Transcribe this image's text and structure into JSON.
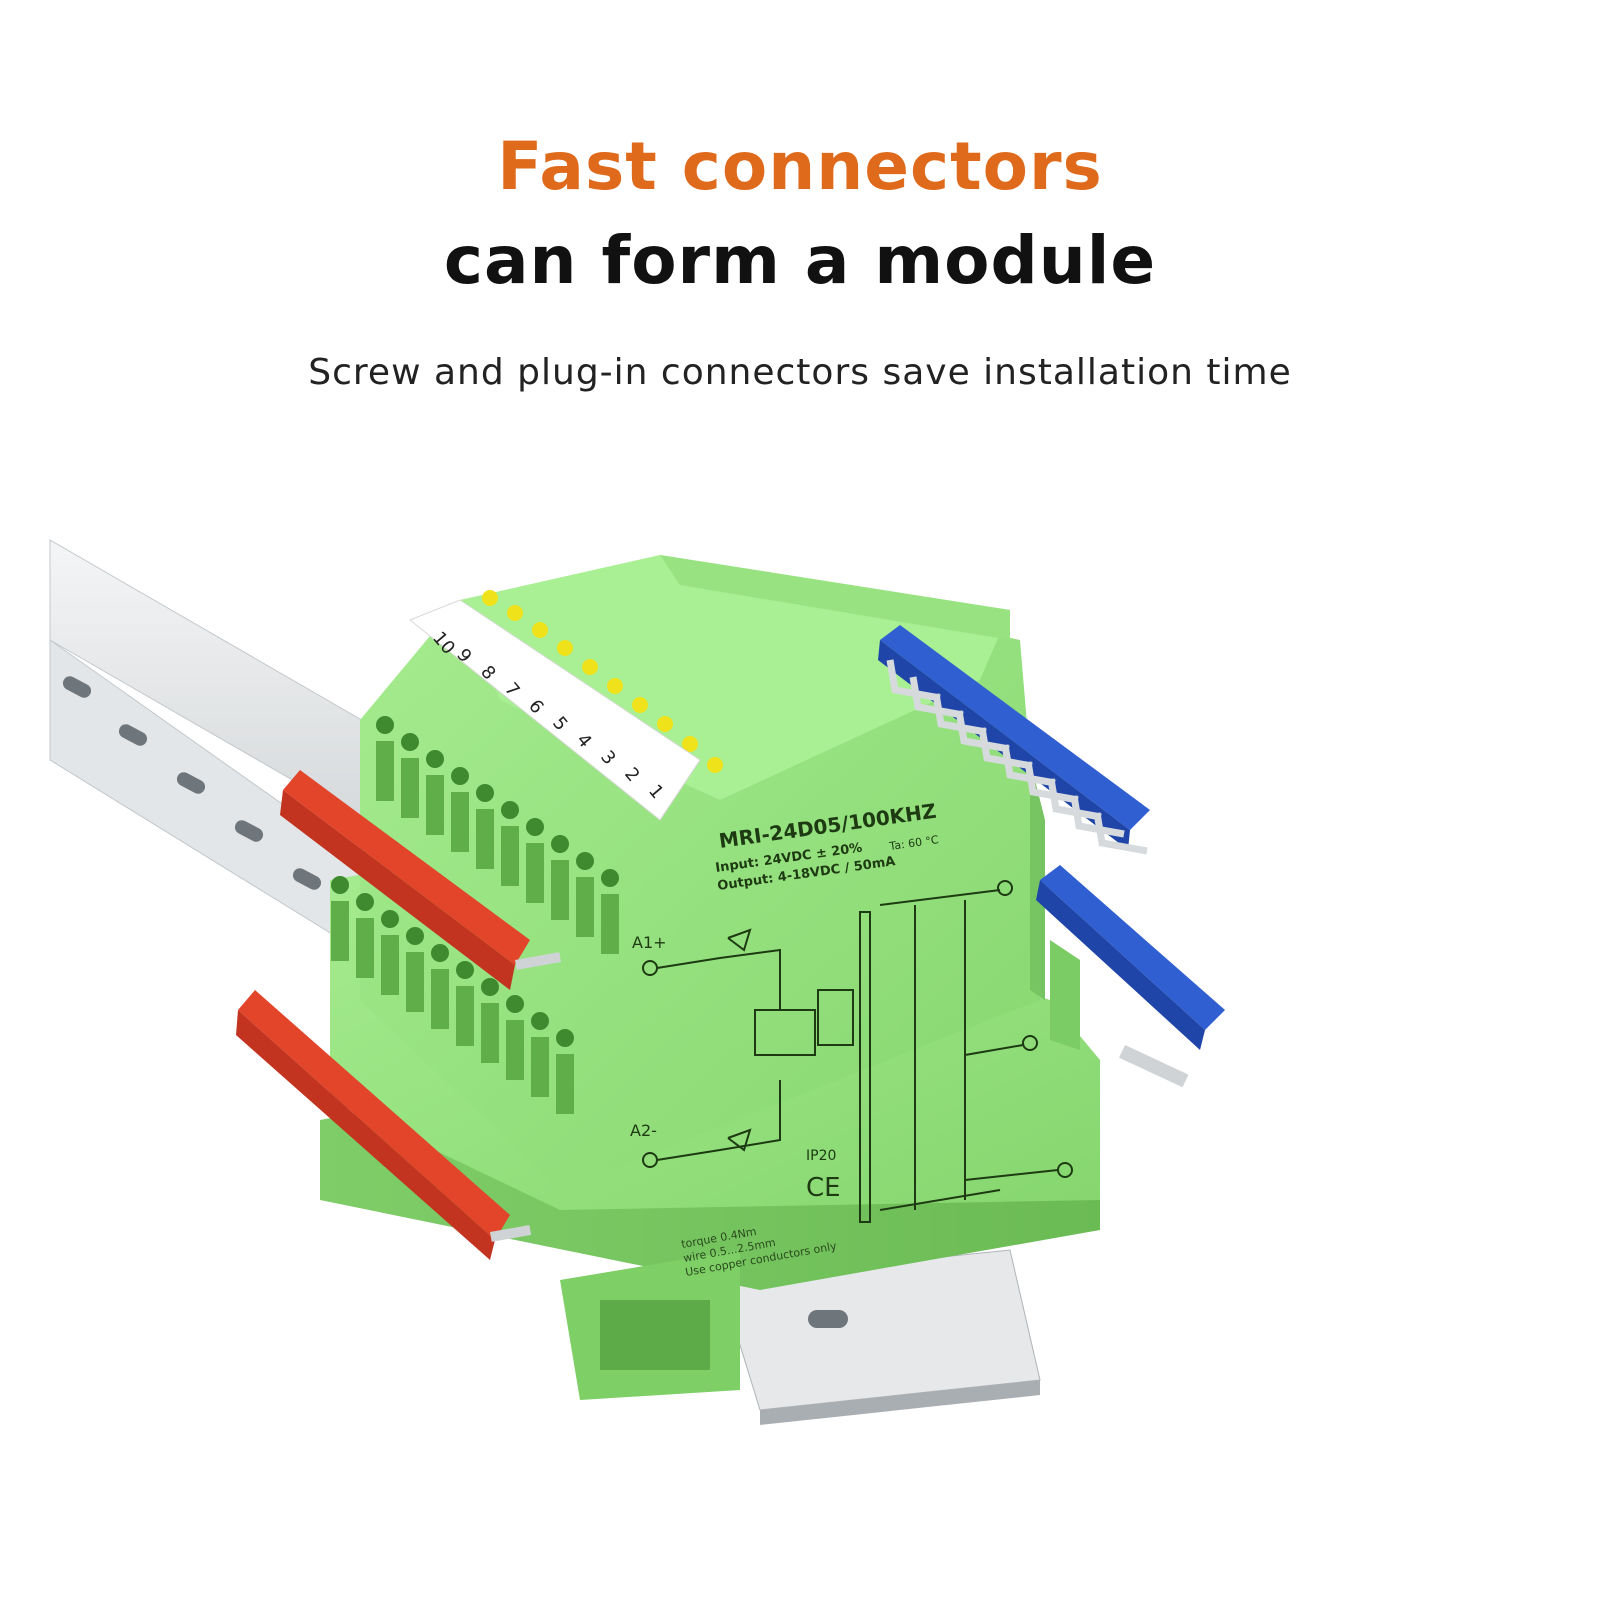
{
  "headline": {
    "line1": "Fast connectors",
    "line2": "can form a module",
    "subtitle": "Screw and plug-in connectors save installation time"
  },
  "colors": {
    "accent": "#e06a1b",
    "module_green": "#8fe07a",
    "bridge_red": "#e2452a",
    "bridge_blue": "#2f5fd0"
  },
  "module": {
    "model": "MRI-24D05/100KHZ",
    "input": "Input:  24VDC ± 20%",
    "output": "Output: 4-18VDC / 50mA",
    "ta": "Ta: 60 °C",
    "ip": "IP20",
    "ce": "CE",
    "terminal_a1": "A1+",
    "terminal_a2": "A2-",
    "note1": "torque 0.4Nm",
    "note2": "wire 0.5...2.5mm",
    "note3": "Use copper conductors only",
    "marker_numbers": [
      "10",
      "9",
      "8",
      "7",
      "6",
      "5",
      "4",
      "3",
      "2",
      "1"
    ]
  }
}
